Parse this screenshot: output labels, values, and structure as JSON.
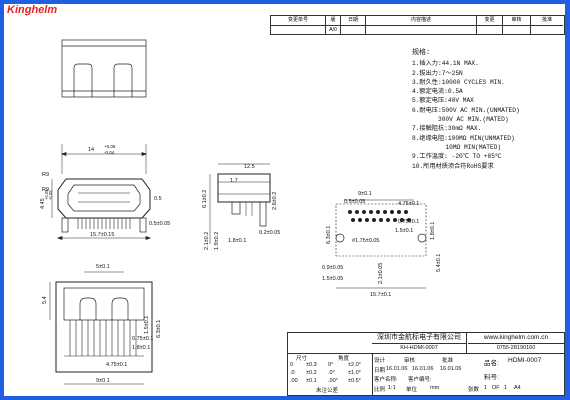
{
  "brand": {
    "logo_text": "Kinghelm"
  },
  "revision_table": {
    "headers": [
      "变更单号",
      "版",
      "日期",
      "内容描述",
      "变更",
      "审核",
      "批准"
    ],
    "row": [
      "",
      "A/0",
      "",
      "",
      "",
      "",
      ""
    ]
  },
  "specs": {
    "heading": "规格:",
    "items": [
      "1.插入力:44.1N MAX.",
      "2.拔出力:7～25N",
      "3.耐久性:10000 CYCLES MIN.",
      "4.额定电流:0.5A",
      "5.额定电压:40V MAX",
      "6.耐电压:500V AC MIN.(UNMATED)",
      "       300V AC MIN.(MATED)",
      "7.接触阻抗:30mΩ MAX.",
      "8.绝缘电阻:100MΩ MIN(UNMATED)",
      "         10MΩ MIN(MATED)",
      "9.工作温度: -20℃ TO +85℃",
      "10.所用材质须合符RoHS要求"
    ]
  },
  "dimensions": {
    "front_width": "14",
    "front_tol_plus": "+0.05",
    "front_tol_minus": "-0.04",
    "r_top": "R9",
    "r_bottom": "R9",
    "left_h_top": "4.45",
    "left_h_tol_plus": "+0.05",
    "left_h_tol_minus": "-0.05",
    "pin_h": "0.5",
    "pin_pitch": "0.5±0.05",
    "bottom_width": "15.7±0.15",
    "side_top": "12.5",
    "side_h1": "6.1±0.2",
    "side_h2": "2.6±0.2",
    "side_h3": "2.1±0.2",
    "side_h4": "1.9±0.2",
    "side_w1": "1.8±0.1",
    "side_w2": "0.2±0.05",
    "side_small": "1.7",
    "right_top": "9±0.1",
    "right_a": "0.5±0.05",
    "right_b": "4.75±0.1",
    "right_c": "0.75±0.1",
    "right_d": "1.5±0.1",
    "right_e": "1.8±0.1",
    "right_f": "6.3±0.1",
    "right_g": "#1.75±0.05",
    "right_h": "0.9±0.05",
    "right_i": "1.5±0.05",
    "right_j": "2.1±0.05",
    "right_k": "5.4±0.1",
    "right_bottom": "15.7±0.1",
    "bottom_top": "5±0.1",
    "bottom_left": "5.4",
    "bottom_a": "0.75±0.1",
    "bottom_b": "1.8±0.1",
    "bottom_c": "1.5±0.1",
    "bottom_d": "6.3±0.1",
    "bottom_e": "4.75±0.1",
    "bottom_w": "9±0.1"
  },
  "title_block": {
    "company": "深圳市金航标电子有限公司",
    "website": "www.kinghelm.com.cn",
    "part_no": "KH-HDMI-0007",
    "phone": "0755-28190160",
    "name_label": "品名:",
    "name_value": "HDMI-0007",
    "material_label": "料号:",
    "tol_headers": [
      "尺寸",
      "角度"
    ],
    "tol_rows": [
      [
        "0",
        "±0.3",
        "0°",
        "±2.0°"
      ],
      [
        ".0",
        "±0.2",
        ".0°",
        "±1.0°"
      ],
      [
        ".00",
        "±0.1",
        ".00°",
        "±0.5°"
      ]
    ],
    "tol_label": "未注公差",
    "design_label": "设计",
    "check_label": "审核",
    "approve_label": "批准",
    "date_label": "日期",
    "date1": "16.01.06",
    "date2": "16.01.06",
    "date3": "16.01.06",
    "customer_label": "客户名称:",
    "customer_part_label": "客户编号:",
    "scale_label": "比例",
    "scale_value": "1:1",
    "unit_label": "单位",
    "unit_value": "mm",
    "sheet_label": "张数",
    "sheet_value": "1",
    "sheet_of": "OF",
    "sheet_total": "1",
    "paper": "A4"
  }
}
